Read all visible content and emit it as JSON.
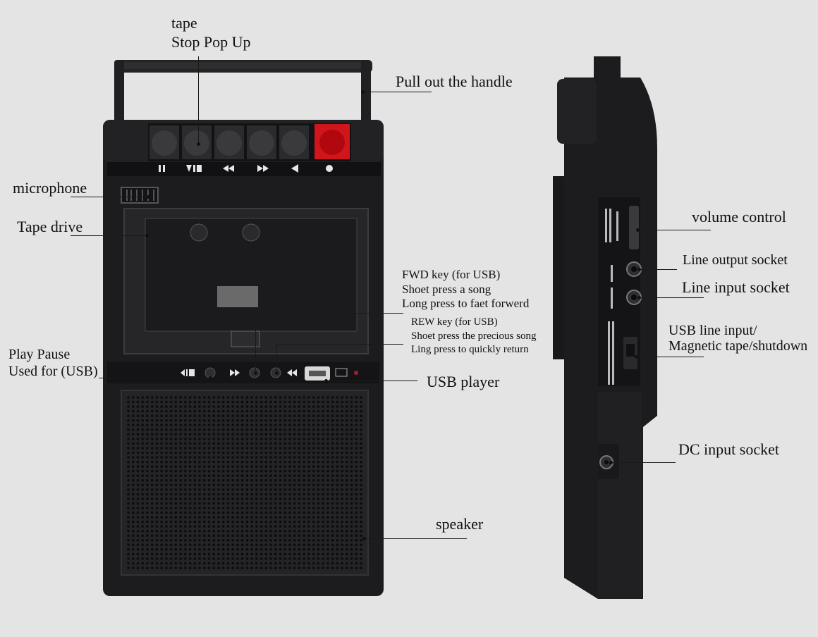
{
  "labels": {
    "tape_line1": "tape",
    "tape_line2": "Stop Pop Up",
    "handle": "Pull out the handle",
    "microphone": "microphone",
    "tape_drive": "Tape drive",
    "fwd_line1": "FWD key (for USB)",
    "fwd_line2": "Shoet press a song",
    "fwd_line3": "Long press to faet forwerd",
    "rew_line1": "REW key (for USB)",
    "rew_line2": "Shoet press the precious song",
    "rew_line3": "Ling press to quickly return",
    "play_line1": "Play Pause",
    "play_line2": "Used for (USB)",
    "usb_player": "USB player",
    "speaker": "speaker",
    "volume": "volume control",
    "line_out": "Line output socket",
    "line_in": "Line input socket",
    "usb_line1": "USB line input/",
    "usb_line2": "Magnetic tape/shutdown",
    "dc": "DC input socket"
  },
  "colors": {
    "background": "#e4e4e5",
    "body": "#1c1c1e",
    "record_key": "#d0151b"
  },
  "icons": {
    "top_keys": [
      "pause-icon",
      "stop-eject-icon",
      "rewind-icon",
      "fast-forward-icon",
      "play-icon",
      "record-icon"
    ],
    "front_panel": [
      "usb-play-pause-icon",
      "usb-forward-icon",
      "usb-rewind-icon",
      "usb-port-icon",
      "led-icon"
    ]
  },
  "speaker_grille": {
    "rows": 38,
    "cols": 50
  }
}
